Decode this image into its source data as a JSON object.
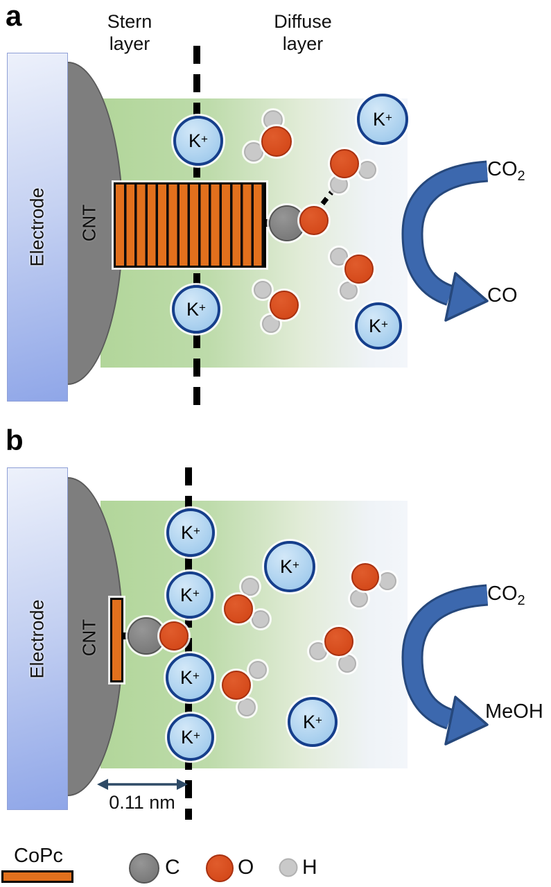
{
  "colors": {
    "electrode_light": "#edf1fb",
    "electrode_dark": "#8fa6e8",
    "cnt_gray": "#7e7e7e",
    "green_left": "#b2d69a",
    "copc_orange": "#e2701d",
    "oxygen_red": "#d54a1b",
    "hydrogen_gray": "#c9c9c9",
    "carbon_gray": "#7b7b7b",
    "kplus_fill": "#a8cfee",
    "kplus_border": "#163f8c",
    "arrow_blue": "#3c68ae",
    "arrow_outline": "#26487c",
    "measure_navy": "#2e4a66"
  },
  "labels": {
    "panel_a": "a",
    "panel_b": "b",
    "stern_line1": "Stern",
    "stern_line2": "layer",
    "diffuse_line1": "Diffuse",
    "diffuse_line2": "layer",
    "electrode": "Electrode",
    "cnt": "CNT",
    "k_base": "K",
    "k_sup": "+",
    "co2_base": "CO",
    "co2_sub": "2",
    "co_product": "CO",
    "meoh_product": "MeOH",
    "distance": "0.11 nm"
  },
  "legend": {
    "copc": "CoPc",
    "c": "C",
    "o": "O",
    "h": "H"
  }
}
